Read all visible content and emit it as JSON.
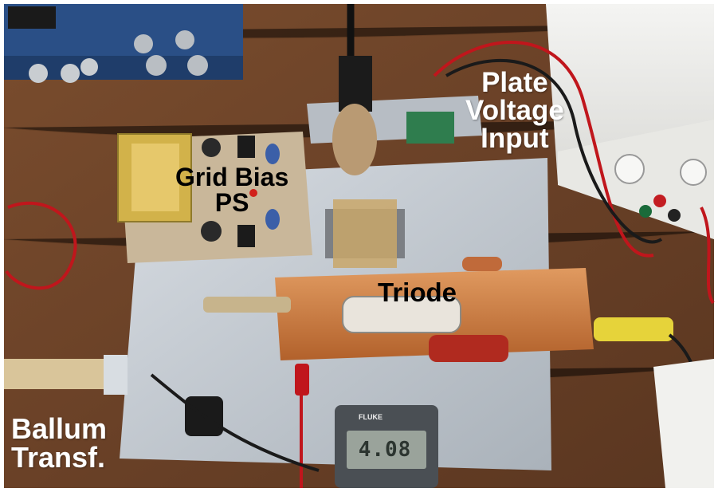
{
  "labels": {
    "plate": [
      "Plate",
      "Voltage",
      "Input"
    ],
    "grid_bias": [
      "Grid Bias",
      "PS"
    ],
    "triode": "Triode",
    "ballum": [
      "Ballum",
      "Transf."
    ]
  },
  "multimeter": {
    "brand": "FLUKE",
    "reading": "4.08"
  },
  "colors": {
    "table": "#6b4428",
    "board": "#c9cfd6",
    "copper": "#c8763a",
    "label_white": "#ffffff",
    "label_black": "#000000"
  }
}
